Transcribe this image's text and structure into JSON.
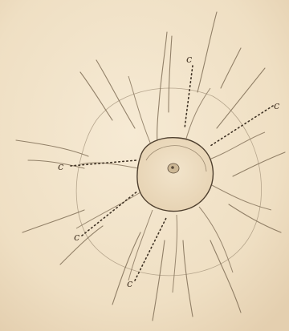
{
  "figure": {
    "labels": [
      "c",
      "c",
      "c",
      "c",
      "c"
    ]
  },
  "colors": {
    "paper": "#f1e2c8",
    "ink": "#6b5a45",
    "dark_ink": "#3f3224",
    "wash": "#e7d3b4"
  }
}
